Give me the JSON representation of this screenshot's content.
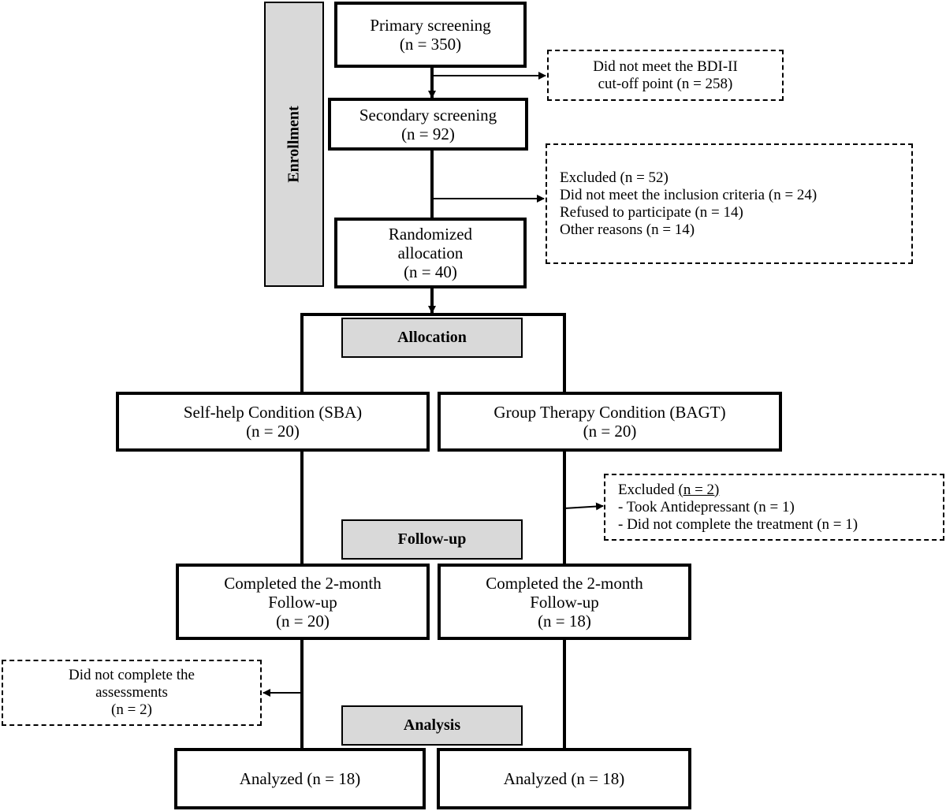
{
  "stages": {
    "enrollment": "Enrollment",
    "allocation": "Allocation",
    "followup": "Follow-up",
    "analysis": "Analysis"
  },
  "primary": {
    "line1": "Primary screening",
    "line2": "(n = 350)"
  },
  "bdi_excluded": {
    "line1": "Did not meet the BDI-II",
    "line2": "cut-off point (n = 258)"
  },
  "secondary": {
    "line1": "Secondary screening",
    "line2": "(n = 92)"
  },
  "excluded_main": {
    "line1": "Excluded (n = 52)",
    "line2": "Did not meet the inclusion criteria (n = 24)",
    "line3": "Refused to participate (n = 14)",
    "line4": "Other reasons (n = 14)"
  },
  "randomized": {
    "line1": "Randomized",
    "line2": "allocation",
    "line3": "(n = 40)"
  },
  "sba": {
    "line1": "Self-help Condition (SBA)",
    "line2": "(n = 20)"
  },
  "bagt": {
    "line1": "Group Therapy Condition (BAGT)",
    "line2": "(n = 20)"
  },
  "bagt_excluded": {
    "label": "Excluded ",
    "count": "(n = 2)",
    "line2": "- Took Antidepressant (n = 1)",
    "line3": "- Did not complete the treatment (n = 1)"
  },
  "sba_followup": {
    "line1": "Completed the 2-month",
    "line2": "Follow-up",
    "line3": "(n = 20)"
  },
  "bagt_followup": {
    "line1": "Completed the 2-month",
    "line2": "Follow-up",
    "line3": "(n = 18)"
  },
  "sba_incomplete": {
    "line1": "Did not complete the",
    "line2": "assessments",
    "line3": "(n = 2)"
  },
  "sba_analyzed": {
    "text": "Analyzed (n = 18)"
  },
  "bagt_analyzed": {
    "text": "Analyzed (n = 18)"
  }
}
